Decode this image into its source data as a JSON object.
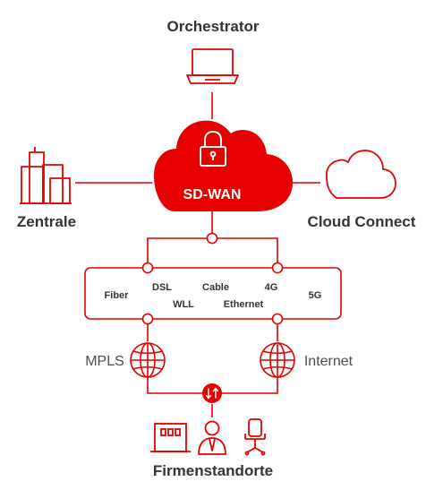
{
  "colors": {
    "accent": "#e60000",
    "text": "#333333",
    "muted": "#4d4d4d",
    "white": "#ffffff"
  },
  "nodes": {
    "orchestrator": {
      "label": "Orchestrator",
      "icon": "laptop-icon"
    },
    "headquarters": {
      "label": "Zentrale",
      "icon": "office-buildings-icon"
    },
    "cloud_connect": {
      "label": "Cloud Connect",
      "icon": "cloud-icon"
    },
    "sdwan": {
      "label": "SD-WAN",
      "icon": "padlock-icon"
    },
    "branches": {
      "label": "Firmenstandorte",
      "icons": [
        "building-icon",
        "person-icon",
        "office-chair-icon"
      ]
    }
  },
  "access_technologies": [
    "Fiber",
    "DSL",
    "WLL",
    "Cable",
    "Ethernet",
    "4G",
    "5G"
  ],
  "networks": {
    "mpls": {
      "label": "MPLS",
      "icon": "globe-icon"
    },
    "internet": {
      "label": "Internet",
      "icon": "globe-icon"
    }
  },
  "exchange_icon": "bidirectional-arrows-icon"
}
